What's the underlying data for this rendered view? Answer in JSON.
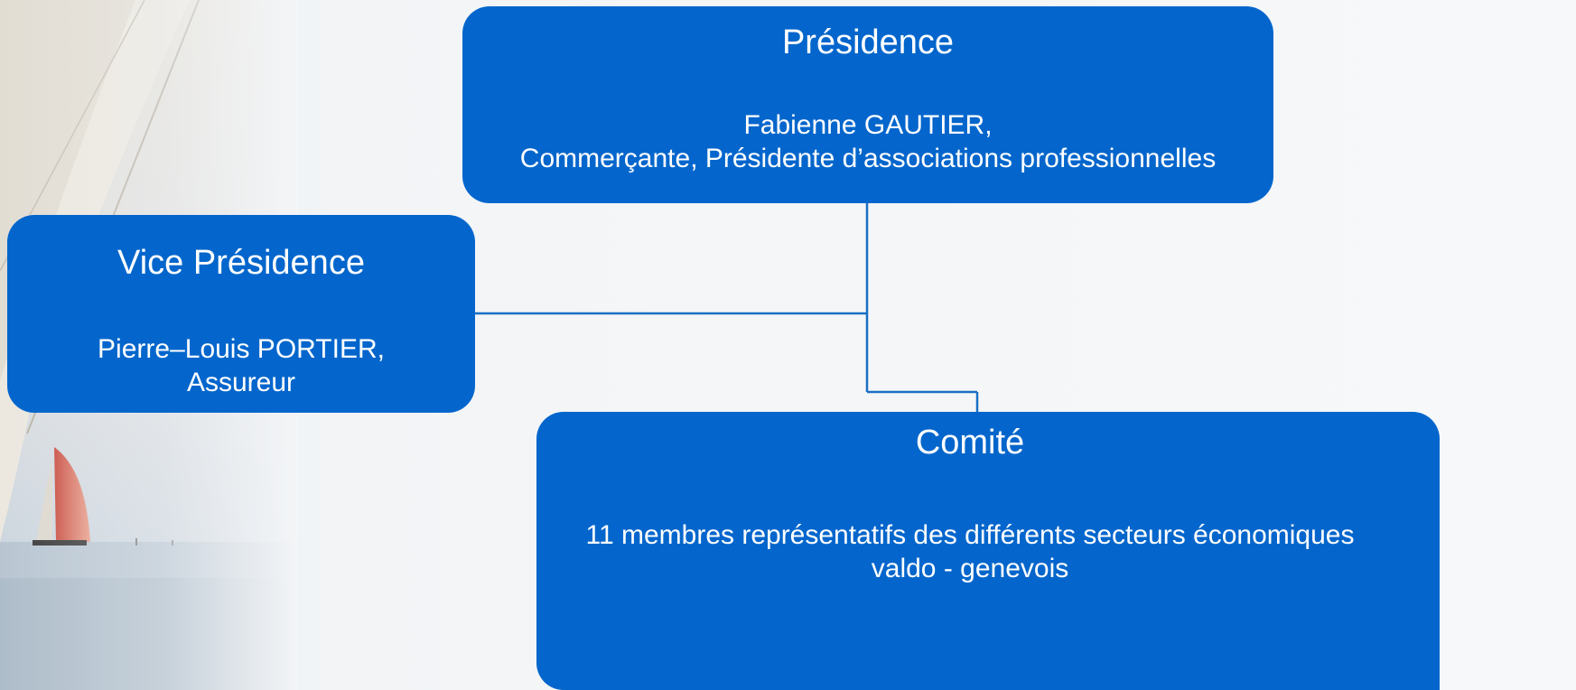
{
  "nodes": {
    "presidence": {
      "title": "Présidence",
      "line1": "Fabienne GAUTIER,",
      "line2": "Commerçante, Présidente d’associations professionnelles"
    },
    "vice_presidence": {
      "title": "Vice Présidence",
      "line1": "Pierre–Louis PORTIER,",
      "line2": "Assureur"
    },
    "comite": {
      "title": "Comité",
      "line1": "11 membres représentatifs des différents secteurs économiques",
      "line2": "valdo - genevois"
    }
  },
  "colors": {
    "box_fill": "#0466cc",
    "connector": "#1a6fc4",
    "text": "#ffffff"
  }
}
